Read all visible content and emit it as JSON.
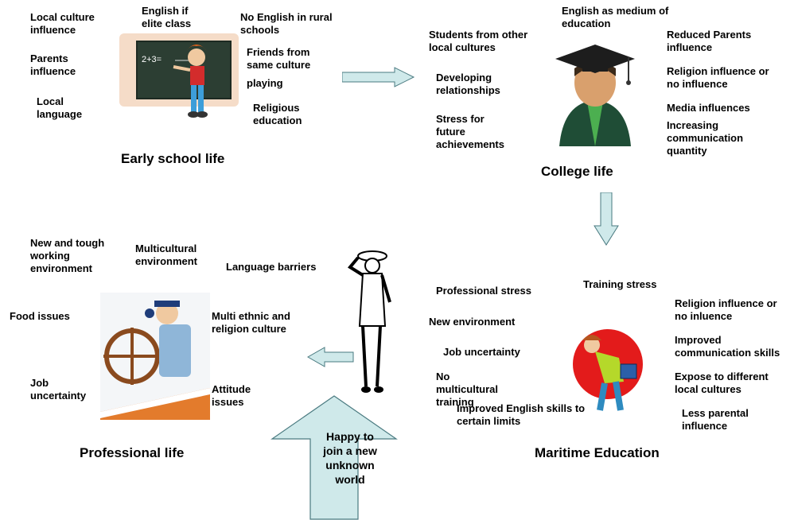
{
  "early": {
    "title": "Early school life",
    "labels": [
      "Local culture influence",
      "English if elite class",
      "No English in rural schools",
      "Parents influence",
      "Friends from same culture",
      "playing",
      "Local language",
      "Religious education"
    ]
  },
  "college": {
    "title": "College life",
    "labels": [
      "English as medium of education",
      "Students from other local cultures",
      "Reduced Parents influence",
      "Developing relationships",
      "Religion influence or no influence",
      "Media influences",
      "Stress for future achievements",
      "Increasing communication quantity"
    ]
  },
  "maritime": {
    "title": "Maritime Education",
    "labels": [
      "Training stress",
      "Professional stress",
      "Religion influence or no inluence",
      "New environment",
      "Improved communication skills",
      "Job uncertainty",
      "No multicultural training",
      "Expose to different local cultures",
      "Improved English skills to certain limits",
      "Less parental influence"
    ]
  },
  "professional": {
    "title": "Professional life",
    "labels": [
      "New and tough working environment",
      "Multicultural environment",
      "Language barriers",
      "Food issues",
      "Multi ethnic and religion culture",
      "Job uncertainty",
      "Attitude issues"
    ]
  },
  "big_arrow_text": "Happy to join a new unknown world",
  "arrow_color": "#cfe9ea"
}
